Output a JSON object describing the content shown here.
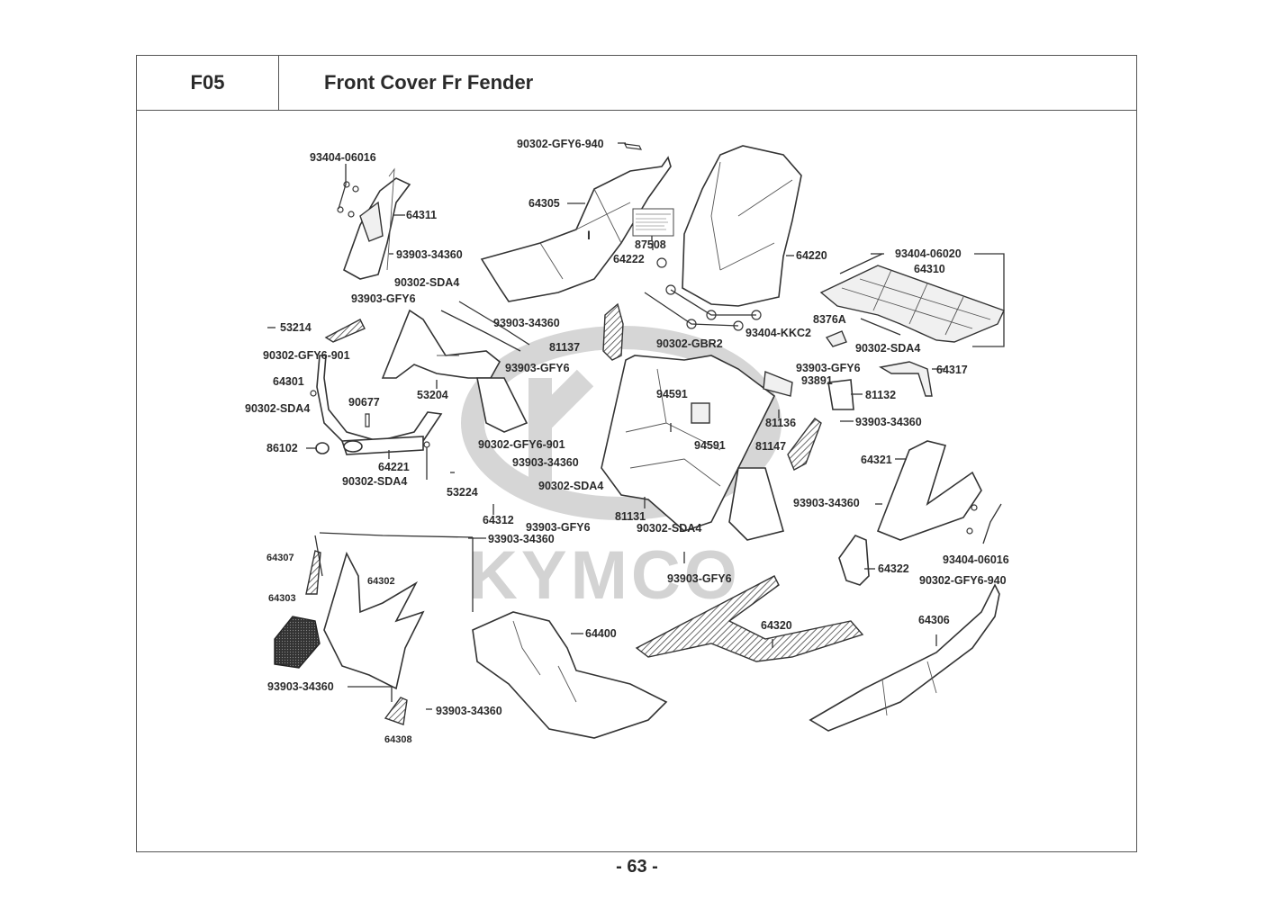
{
  "header": {
    "section_code": "F05",
    "title": "Front Cover Fr Fender"
  },
  "watermark": {
    "brand": "KYMCO"
  },
  "labels": {
    "p93404_06016_a": "93404-06016",
    "p64311": "64311",
    "p93903_34360_a": "93903-34360",
    "p90302_gfy6_940_a": "90302-GFY6-940",
    "p64305": "64305",
    "p87508": "87508",
    "p64222": "64222",
    "p64220": "64220",
    "p93404_06020": "93404-06020",
    "p64310": "64310",
    "p90302_sda4_a": "90302-SDA4",
    "p93903_gfy6_a": "93903-GFY6",
    "p53214": "53214",
    "p93903_34360_b": "93903-34360",
    "p81137": "81137",
    "p90302_gbr2": "90302-GBR2",
    "p93404_kkc2": "93404-KKC2",
    "p8376a": "8376A",
    "p90302_sda4_b": "90302-SDA4",
    "p90302_gfy6_901_a": "90302-GFY6-901",
    "p93903_gfy6_b": "93903-GFY6",
    "p64317": "64317",
    "p93903_gfy6_c": "93903-GFY6",
    "p64301": "64301",
    "p53204": "53204",
    "p93891": "93891",
    "p81132": "81132",
    "p90302_sda4_c": "90302-SDA4",
    "p90677": "90677",
    "p94591_a": "94591",
    "p81136": "81136",
    "p93903_34360_c": "93903-34360",
    "p86102": "86102",
    "p90302_gfy6_901_b": "90302-GFY6-901",
    "p94591_b": "94591",
    "p81147": "81147",
    "p64321": "64321",
    "p64221": "64221",
    "p93903_34360_d": "93903-34360",
    "p90302_sda4_d": "90302-SDA4",
    "p53224": "53224",
    "p90302_sda4_e": "90302-SDA4",
    "p93903_34360_e": "93903-34360",
    "p64312": "64312",
    "p81131": "81131",
    "p93903_gfy6_d": "93903-GFY6",
    "p90302_sda4_f": "90302-SDA4",
    "p93903_34360_f": "93903-34360",
    "p93404_06016_b": "93404-06016",
    "p64307": "64307",
    "p64302": "64302",
    "p93903_gfy6_e": "93903-GFY6",
    "p64322": "64322",
    "p64303": "64303",
    "p90302_gfy6_940_b": "90302-GFY6-940",
    "p64400": "64400",
    "p64320": "64320",
    "p64306": "64306",
    "p93903_34360_g": "93903-34360",
    "p93903_34360_h": "93903-34360",
    "p64308": "64308"
  },
  "footer": {
    "page_number": "- 63 -"
  }
}
